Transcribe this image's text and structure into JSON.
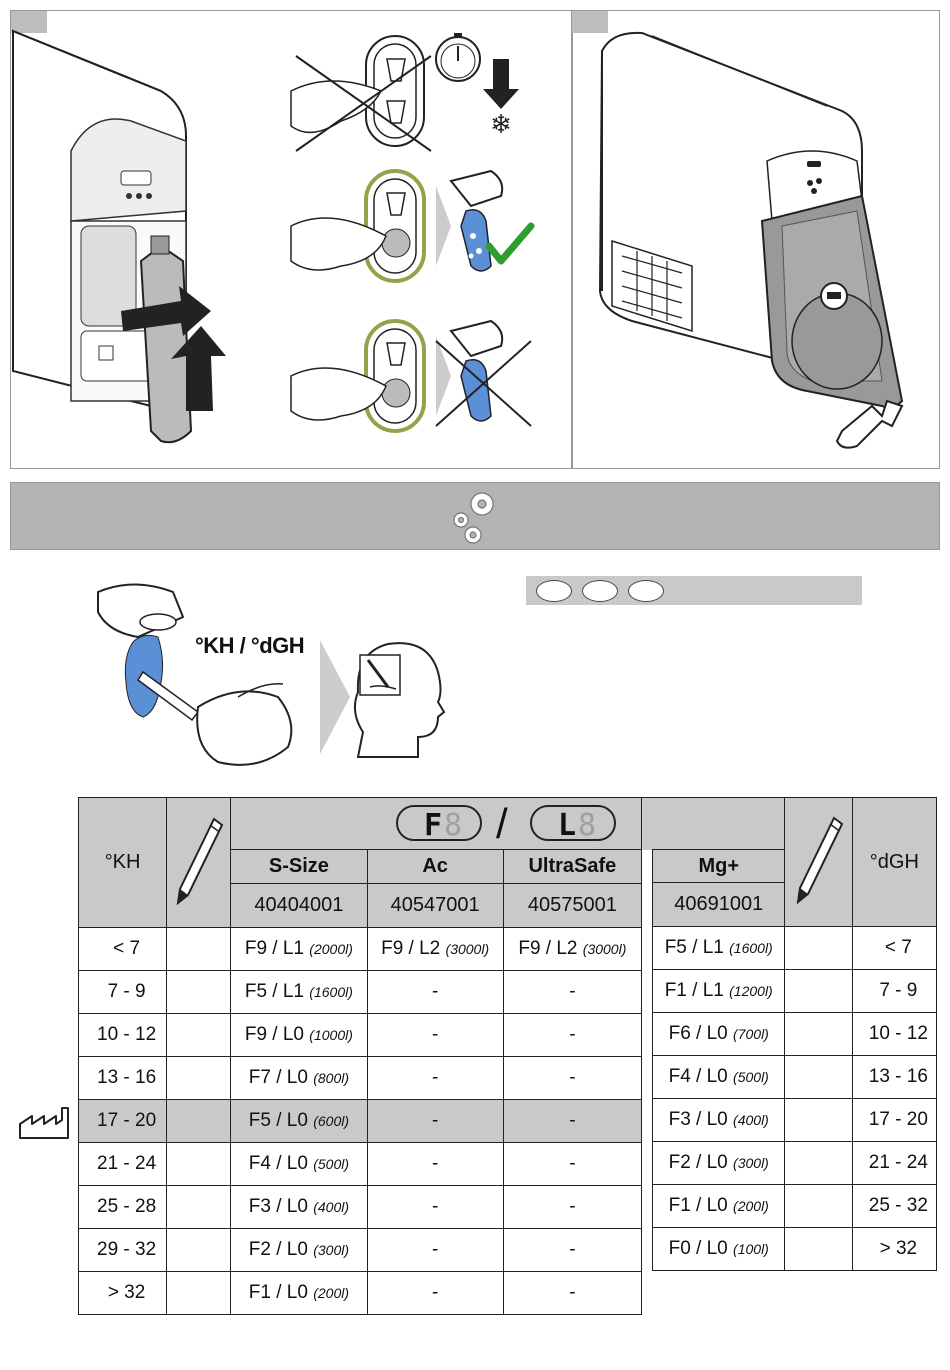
{
  "panel_tags": [
    "",
    ""
  ],
  "test_label": "°KH / °dGH",
  "left_table": {
    "header_kh": "°KH",
    "filters": [
      {
        "name": "S-Size",
        "code": "40404001"
      },
      {
        "name": "Ac",
        "code": "40547001"
      },
      {
        "name": "UltraSafe",
        "code": "40575001"
      }
    ],
    "rows": [
      {
        "kh": "< 7",
        "s": "F9 / L1",
        "s_vol": "(2000l)",
        "ac": "F9 / L2",
        "ac_vol": "(3000l)",
        "us": "F9 / L2",
        "us_vol": "(3000l)"
      },
      {
        "kh": "7 - 9",
        "s": "F5 / L1",
        "s_vol": "(1600l)",
        "ac": "-",
        "ac_vol": "",
        "us": "-",
        "us_vol": ""
      },
      {
        "kh": "10 - 12",
        "s": "F9 / L0",
        "s_vol": "(1000l)",
        "ac": "-",
        "ac_vol": "",
        "us": "-",
        "us_vol": ""
      },
      {
        "kh": "13 - 16",
        "s": "F7 / L0",
        "s_vol": "(800l)",
        "ac": "-",
        "ac_vol": "",
        "us": "-",
        "us_vol": ""
      },
      {
        "kh": "17 - 20",
        "s": "F5 / L0",
        "s_vol": "(600l)",
        "ac": "-",
        "ac_vol": "",
        "us": "-",
        "us_vol": ""
      },
      {
        "kh": "21 - 24",
        "s": "F4 / L0",
        "s_vol": "(500l)",
        "ac": "-",
        "ac_vol": "",
        "us": "-",
        "us_vol": ""
      },
      {
        "kh": "25 - 28",
        "s": "F3 / L0",
        "s_vol": "(400l)",
        "ac": "-",
        "ac_vol": "",
        "us": "-",
        "us_vol": ""
      },
      {
        "kh": "29 - 32",
        "s": "F2 / L0",
        "s_vol": "(300l)",
        "ac": "-",
        "ac_vol": "",
        "us": "-",
        "us_vol": ""
      },
      {
        "kh": "> 32",
        "s": "F1 / L0",
        "s_vol": "(200l)",
        "ac": "-",
        "ac_vol": "",
        "us": "-",
        "us_vol": ""
      }
    ]
  },
  "right_table": {
    "filter_name": "Mg+",
    "filter_code": "40691001",
    "header_dgh": "°dGH",
    "rows": [
      {
        "val": "F5 / L1",
        "vol": "(1600l)",
        "dgh": "< 7"
      },
      {
        "val": "F1 / L1",
        "vol": "(1200l)",
        "dgh": "7 - 9"
      },
      {
        "val": "F6 / L0",
        "vol": "(700l)",
        "dgh": "10 - 12"
      },
      {
        "val": "F4 / L0",
        "vol": "(500l)",
        "dgh": "13 - 16"
      },
      {
        "val": "F3 / L0",
        "vol": "(400l)",
        "dgh": "17 - 20"
      },
      {
        "val": "F2 / L0",
        "vol": "(300l)",
        "dgh": "21 - 24"
      },
      {
        "val": "F1 / L0",
        "vol": "(200l)",
        "dgh": "25 - 32"
      },
      {
        "val": "F0 / L0",
        "vol": "(100l)",
        "dgh": "> 32"
      }
    ]
  },
  "display": {
    "left_char": "F",
    "right_char": "L",
    "separator": "/"
  },
  "colors": {
    "green": "#2e9e2e",
    "olive": "#8fa54a",
    "water": "#5b8fd6",
    "grey": "#c9c9c9"
  }
}
